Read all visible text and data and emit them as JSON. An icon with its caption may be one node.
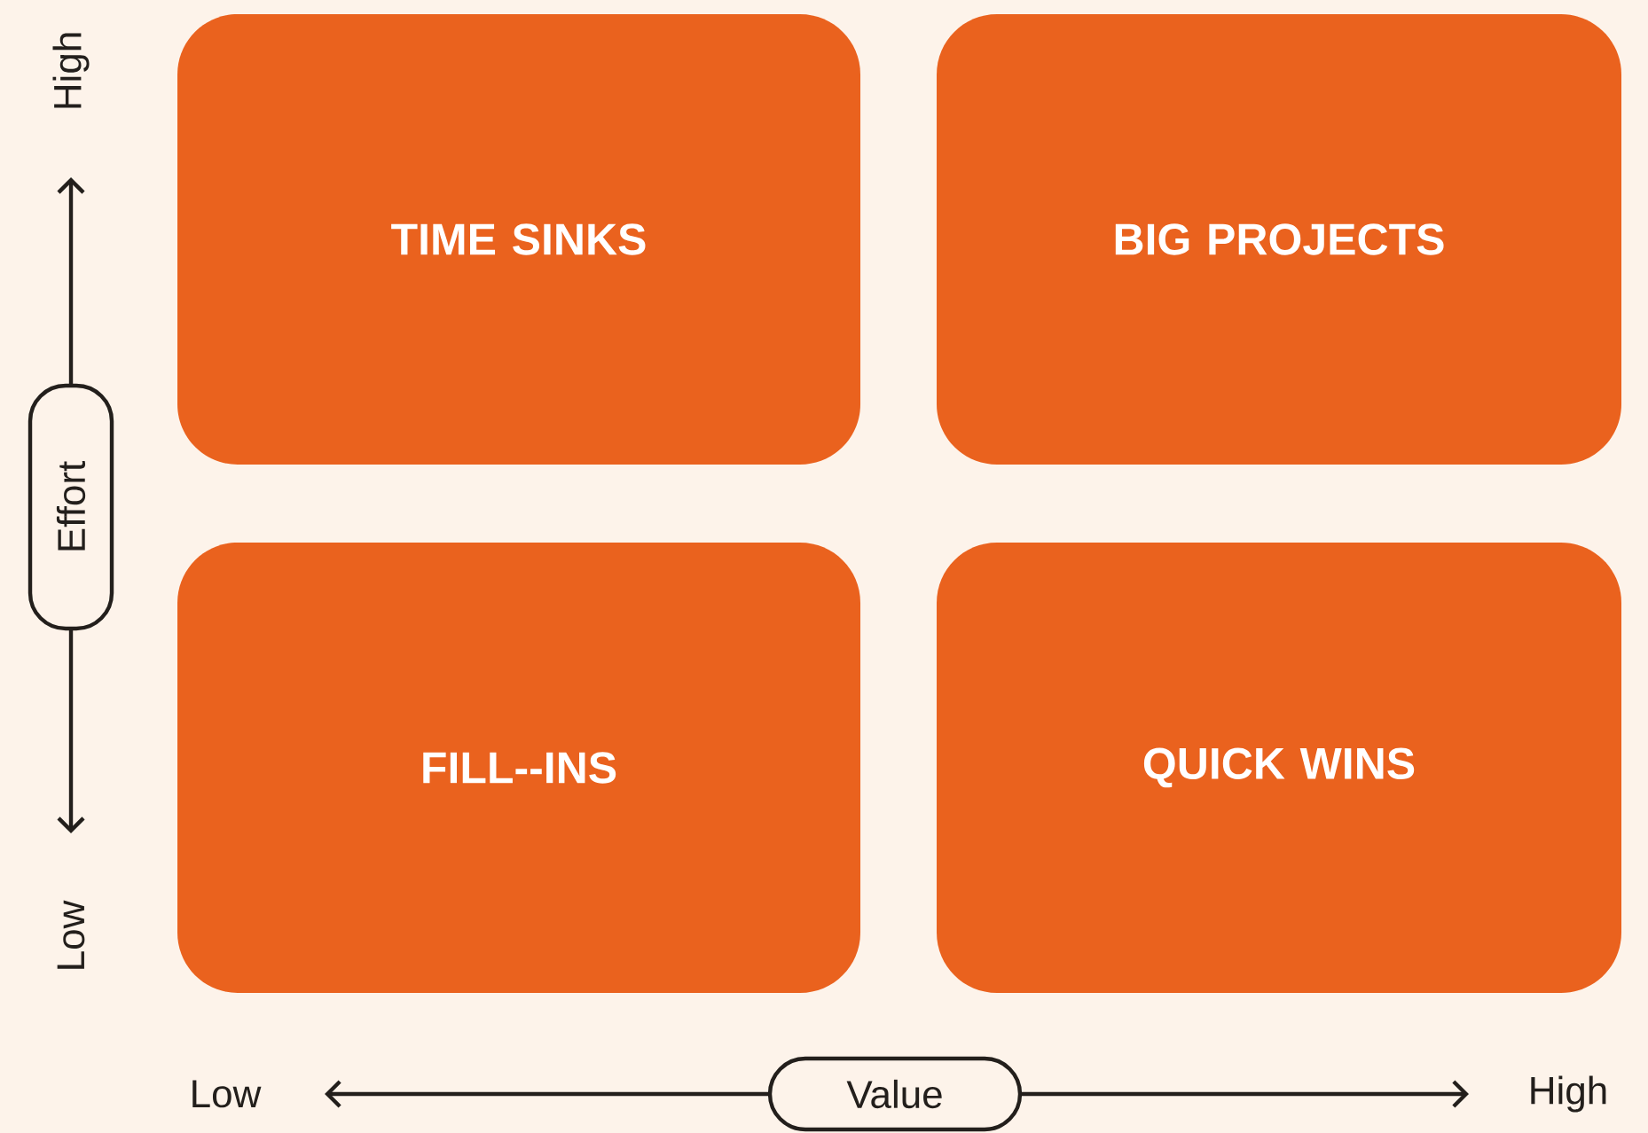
{
  "diagram": {
    "nodes": [
      {
        "text": [
          "TIME SINKS"
        ]
      },
      {
        "text": [
          "BIG PROJECTS"
        ]
      },
      {
        "text": [
          "FILL--INS"
        ]
      },
      {
        "text": [
          "QUICK WINS"
        ]
      },
      {
        "text": [
          "Effort"
        ]
      },
      {
        "text": [
          "Value"
        ]
      }
    ],
    "labels": [
      "High",
      "Low",
      "Low",
      "High"
    ]
  }
}
